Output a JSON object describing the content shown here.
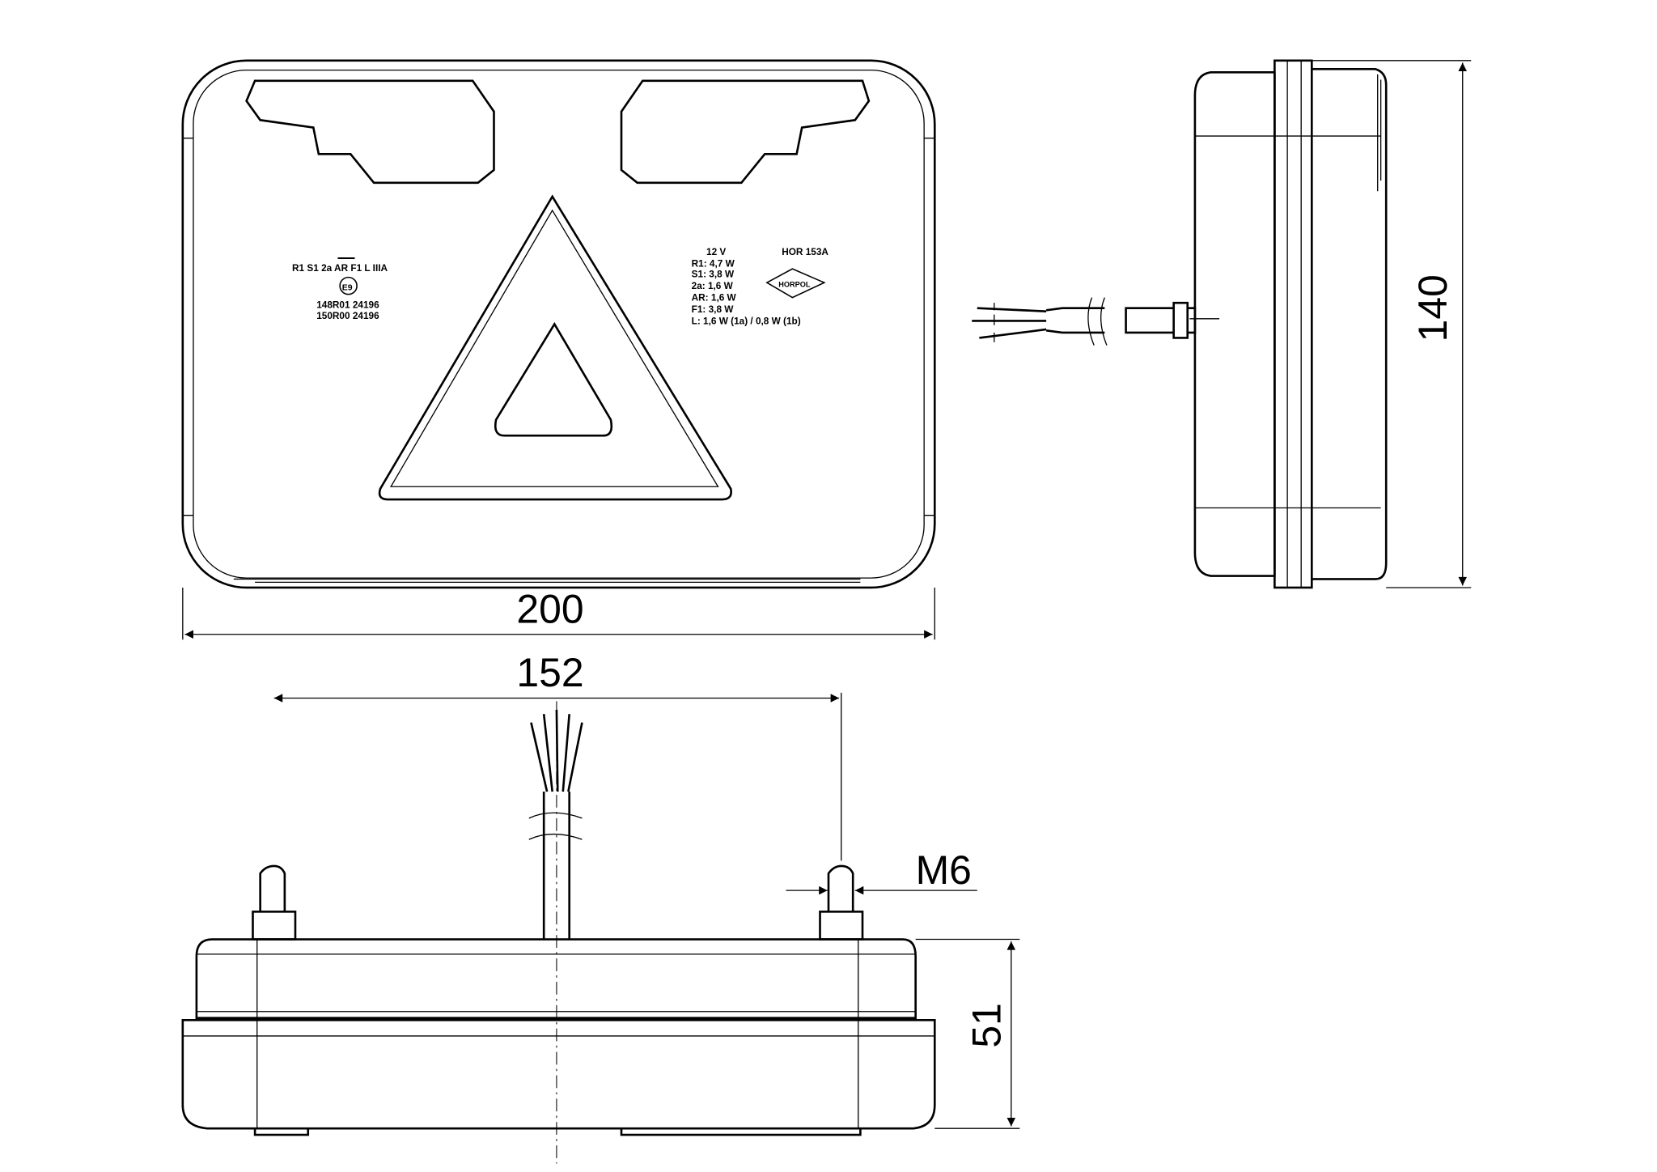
{
  "dimensions": {
    "width": "200",
    "mount_spacing": "152",
    "thread": "M6",
    "height": "140",
    "depth": "51"
  },
  "marking_left": {
    "functions": "R1  S1  2a  AR  F1  L  IIIA",
    "approval_mark": "E9",
    "approval_1": "148R01  24196",
    "approval_2": "150R00  24196"
  },
  "marking_right": {
    "voltage": "12 V",
    "model": "HOR 153A",
    "brand": "HORPOL",
    "ratings": [
      "R1:  4,7 W",
      "S1:  3,8 W",
      "2a:  1,6 W",
      "AR:  1,6 W",
      "F1:  3,8 W",
      "L:     1,6 W (1a) / 0,8 W (1b)"
    ]
  }
}
